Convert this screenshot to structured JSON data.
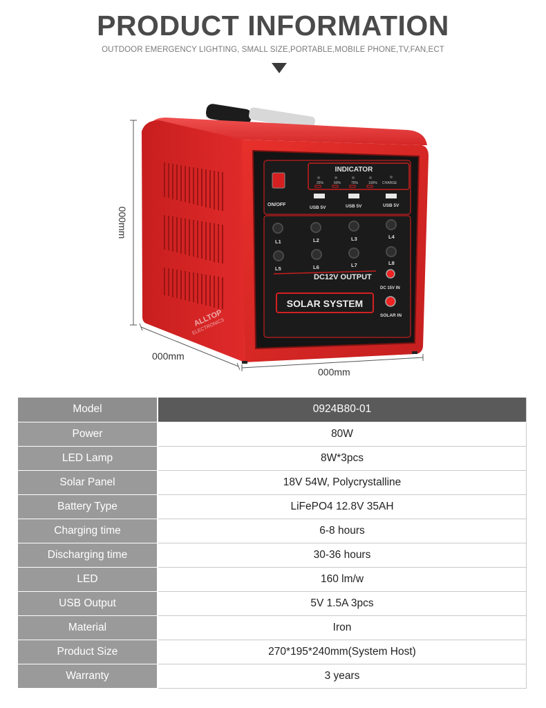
{
  "header": {
    "title": "PRODUCT INFORMATION",
    "subtitle": "OUTDOOR EMERGENCY LIGHTING, SMALL SIZE,PORTABLE,MOBILE PHONE,TV,FAN,ECT"
  },
  "product": {
    "dim_height": "000mm",
    "dim_depth": "000mm",
    "dim_width": "000mm",
    "panel": {
      "indicator": "INDICATOR",
      "levels": [
        "25%",
        "50%",
        "75%",
        "100%"
      ],
      "charge": "CHARGE",
      "switch": "ON/OFF",
      "usb": [
        "USB 5V",
        "USB 5V",
        "USB 5V"
      ],
      "ports_top": [
        "L1",
        "L2",
        "L3",
        "L4"
      ],
      "ports_bottom": [
        "L5",
        "L6",
        "L7",
        "L8"
      ],
      "dc_output": "DC12V OUTPUT",
      "dc_in": "DC 15V IN",
      "solar_system": "SOLAR SYSTEM",
      "solar_in": "SOLAR IN",
      "watermark_top": "ALLTOP",
      "watermark_bottom": "ELECTRONICS"
    }
  },
  "specs": {
    "rows": [
      {
        "key": "Model",
        "value": "0924B80-01"
      },
      {
        "key": "Power",
        "value": "80W"
      },
      {
        "key": "LED Lamp",
        "value": "8W*3pcs"
      },
      {
        "key": "Solar Panel",
        "value": "18V 54W, Polycrystalline"
      },
      {
        "key": "Battery Type",
        "value": "LiFePO4 12.8V 35AH"
      },
      {
        "key": "Charging time",
        "value": "6-8 hours"
      },
      {
        "key": "Discharging time",
        "value": "30-36 hours"
      },
      {
        "key": "LED",
        "value": "160 lm/w"
      },
      {
        "key": "USB Output",
        "value": "5V 1.5A 3pcs"
      },
      {
        "key": "Material",
        "value": "Iron"
      },
      {
        "key": "Product Size",
        "value": "270*195*240mm(System Host)"
      },
      {
        "key": "Warranty",
        "value": "3 years"
      }
    ]
  }
}
